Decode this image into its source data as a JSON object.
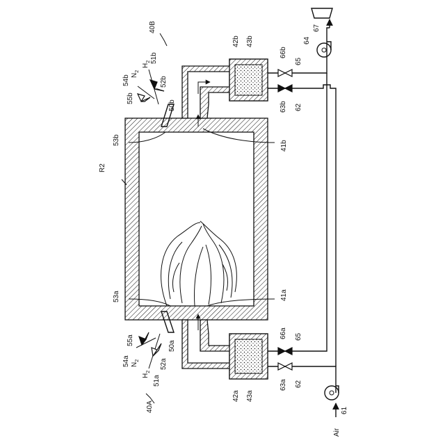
{
  "labels": {
    "system_a": "40A",
    "system_b": "40B",
    "furnace": "R2",
    "port_a": "41a",
    "port_b": "41b",
    "regen_a": "42a",
    "regen_b": "42b",
    "media_a": "43a",
    "media_b": "43b",
    "burner_a": "50a",
    "burner_b": "50b",
    "h2_line_a": "51a",
    "h2_line_b": "51b",
    "h2_valve_a": "52a",
    "h2_valve_b": "52b",
    "nozzle_a": "53a",
    "nozzle_b": "53b",
    "n2_line_a": "54a",
    "n2_line_b": "54b",
    "n2_valve_a": "55a",
    "n2_valve_b": "55b",
    "air_fan": "61",
    "air_duct": "62",
    "air_valve_a": "63a",
    "air_valve_b": "63b",
    "exhaust_fan": "64",
    "exhaust_duct": "65",
    "exhaust_valve_a": "66a",
    "exhaust_valve_b": "66b",
    "stack": "67",
    "air": "Air",
    "h2_main": "H",
    "h2_sub": "2",
    "n2_main": "N",
    "n2_sub": "2"
  }
}
